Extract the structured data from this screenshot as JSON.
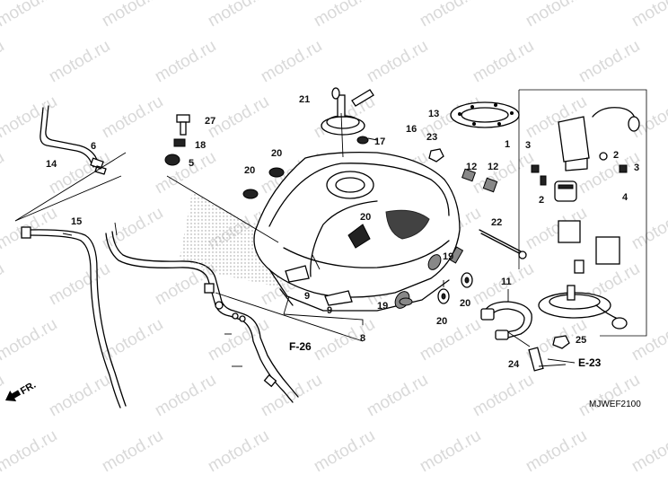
{
  "diagram": {
    "watermark_text": "motod.ru",
    "figure_code": "MJWEF2100",
    "direction_label": "FR.",
    "references": [
      "F-26",
      "E-23"
    ],
    "callouts": [
      "1",
      "2",
      "2",
      "3",
      "3",
      "4",
      "5",
      "6",
      "8",
      "9",
      "9",
      "11",
      "12",
      "12",
      "13",
      "14",
      "15",
      "16",
      "17",
      "18",
      "19",
      "19",
      "20",
      "20",
      "20",
      "20",
      "20",
      "21",
      "22",
      "23",
      "24",
      "25",
      "27"
    ]
  },
  "colors": {
    "line": "#000000",
    "watermark": "#d9d9d9",
    "background": "#ffffff"
  }
}
